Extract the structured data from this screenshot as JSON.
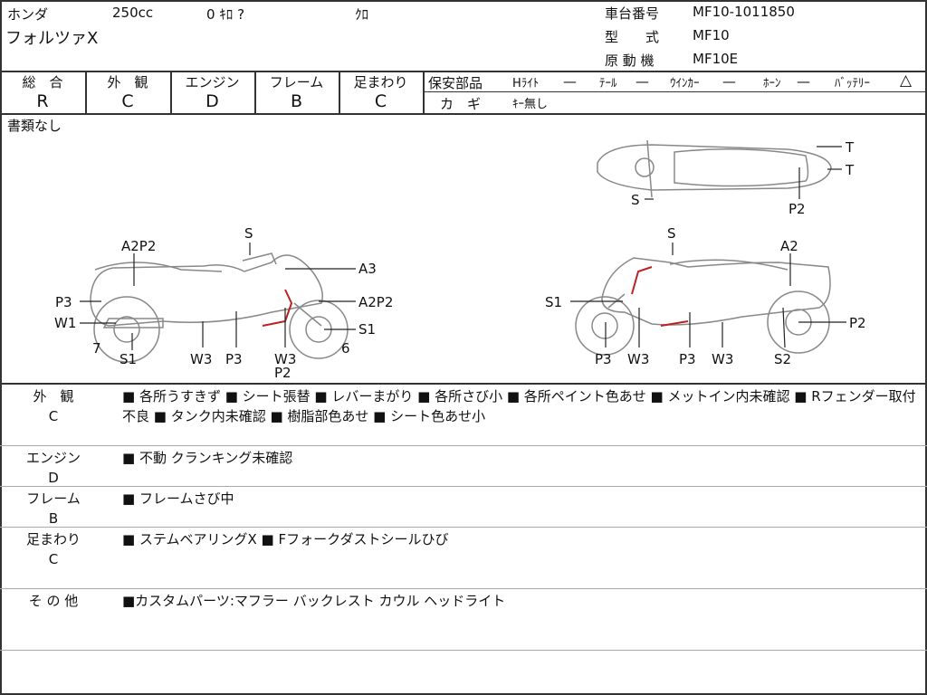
{
  "header": {
    "maker": "ホンダ",
    "displacement": "250cc",
    "mileage": "0 ｷﾛ ?",
    "color": "ｸﾛ",
    "model_name": "フォルツァX",
    "frame_no_label": "車台番号",
    "frame_no": "MF10-1011850",
    "type_label": "型　　式",
    "type": "MF10",
    "engine_label": "原 動 機",
    "engine": "MF10E"
  },
  "grades": [
    {
      "label": "総　合",
      "value": "R"
    },
    {
      "label": "外　観",
      "value": "C"
    },
    {
      "label": "エンジン",
      "value": "D"
    },
    {
      "label": "フレーム",
      "value": "B"
    },
    {
      "label": "足まわり",
      "value": "C"
    }
  ],
  "safety": {
    "label": "保安部品",
    "items": [
      {
        "name": "Hﾗｲﾄ",
        "status": "—"
      },
      {
        "name": "ﾃｰﾙ",
        "status": "—"
      },
      {
        "name": "ｳｲﾝｶｰ",
        "status": "—"
      },
      {
        "name": "ﾎｰﾝ",
        "status": "—"
      },
      {
        "name": "ﾊﾞｯﾃﾘｰ",
        "status": "△"
      }
    ],
    "key_label": "カ　ギ",
    "key_value": "ｷｰ無し"
  },
  "documents": "書類なし",
  "diagram": {
    "left": [
      "A2P2",
      "S",
      "A3",
      "P3",
      "A2P2",
      "W1",
      "S1",
      "7",
      "6",
      "S1",
      "W3",
      "P3",
      "W3",
      "P2"
    ],
    "right": [
      "S",
      "A2",
      "S1",
      "P2",
      "P3",
      "W3",
      "P3",
      "W3",
      "S2"
    ],
    "top": [
      "T",
      "T",
      "S",
      "P2"
    ]
  },
  "notes": [
    {
      "label": "外　観",
      "grade": "C",
      "text": "■ 各所うすきず ■ シート張替 ■ レバーまがり ■ 各所さび小 ■ 各所ペイント色あせ ■ メットイン内未確認 ■ Rフェンダー取付不良 ■ タンク内未確認 ■ 樹脂部色あせ ■ シート色あせ小"
    },
    {
      "label": "エンジン",
      "grade": "D",
      "text": "■ 不動 クランキング未確認"
    },
    {
      "label": "フレーム",
      "grade": "B",
      "text": "■ フレームさび中"
    },
    {
      "label": "足まわり",
      "grade": "C",
      "text": "■ ステムベアリングX ■ Fフォークダストシールひび"
    },
    {
      "label": "そ の 他",
      "grade": "",
      "text": "■カスタムパーツ:マフラー バックレスト カウル ヘッドライト"
    }
  ]
}
